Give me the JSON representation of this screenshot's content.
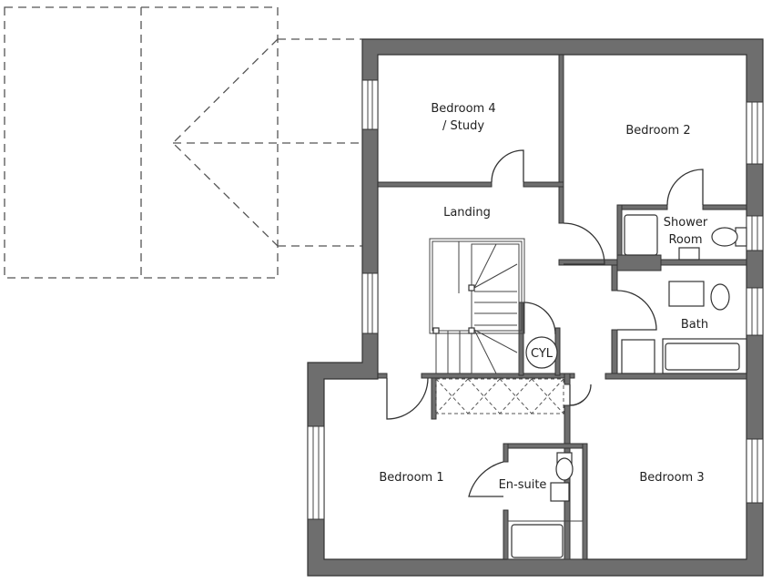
{
  "plan": {
    "rooms": {
      "bedroom4_line1": "Bedroom 4",
      "bedroom4_line2": "/ Study",
      "bedroom2": "Bedroom 2",
      "landing": "Landing",
      "shower_line1": "Shower",
      "shower_line2": "Room",
      "bath": "Bath",
      "cyl": "CYL",
      "bedroom1": "Bedroom 1",
      "ensuite": "En-suite",
      "bedroom3": "Bedroom 3"
    },
    "colors": {
      "wall": "#6e6e6e",
      "line": "#333333"
    }
  }
}
